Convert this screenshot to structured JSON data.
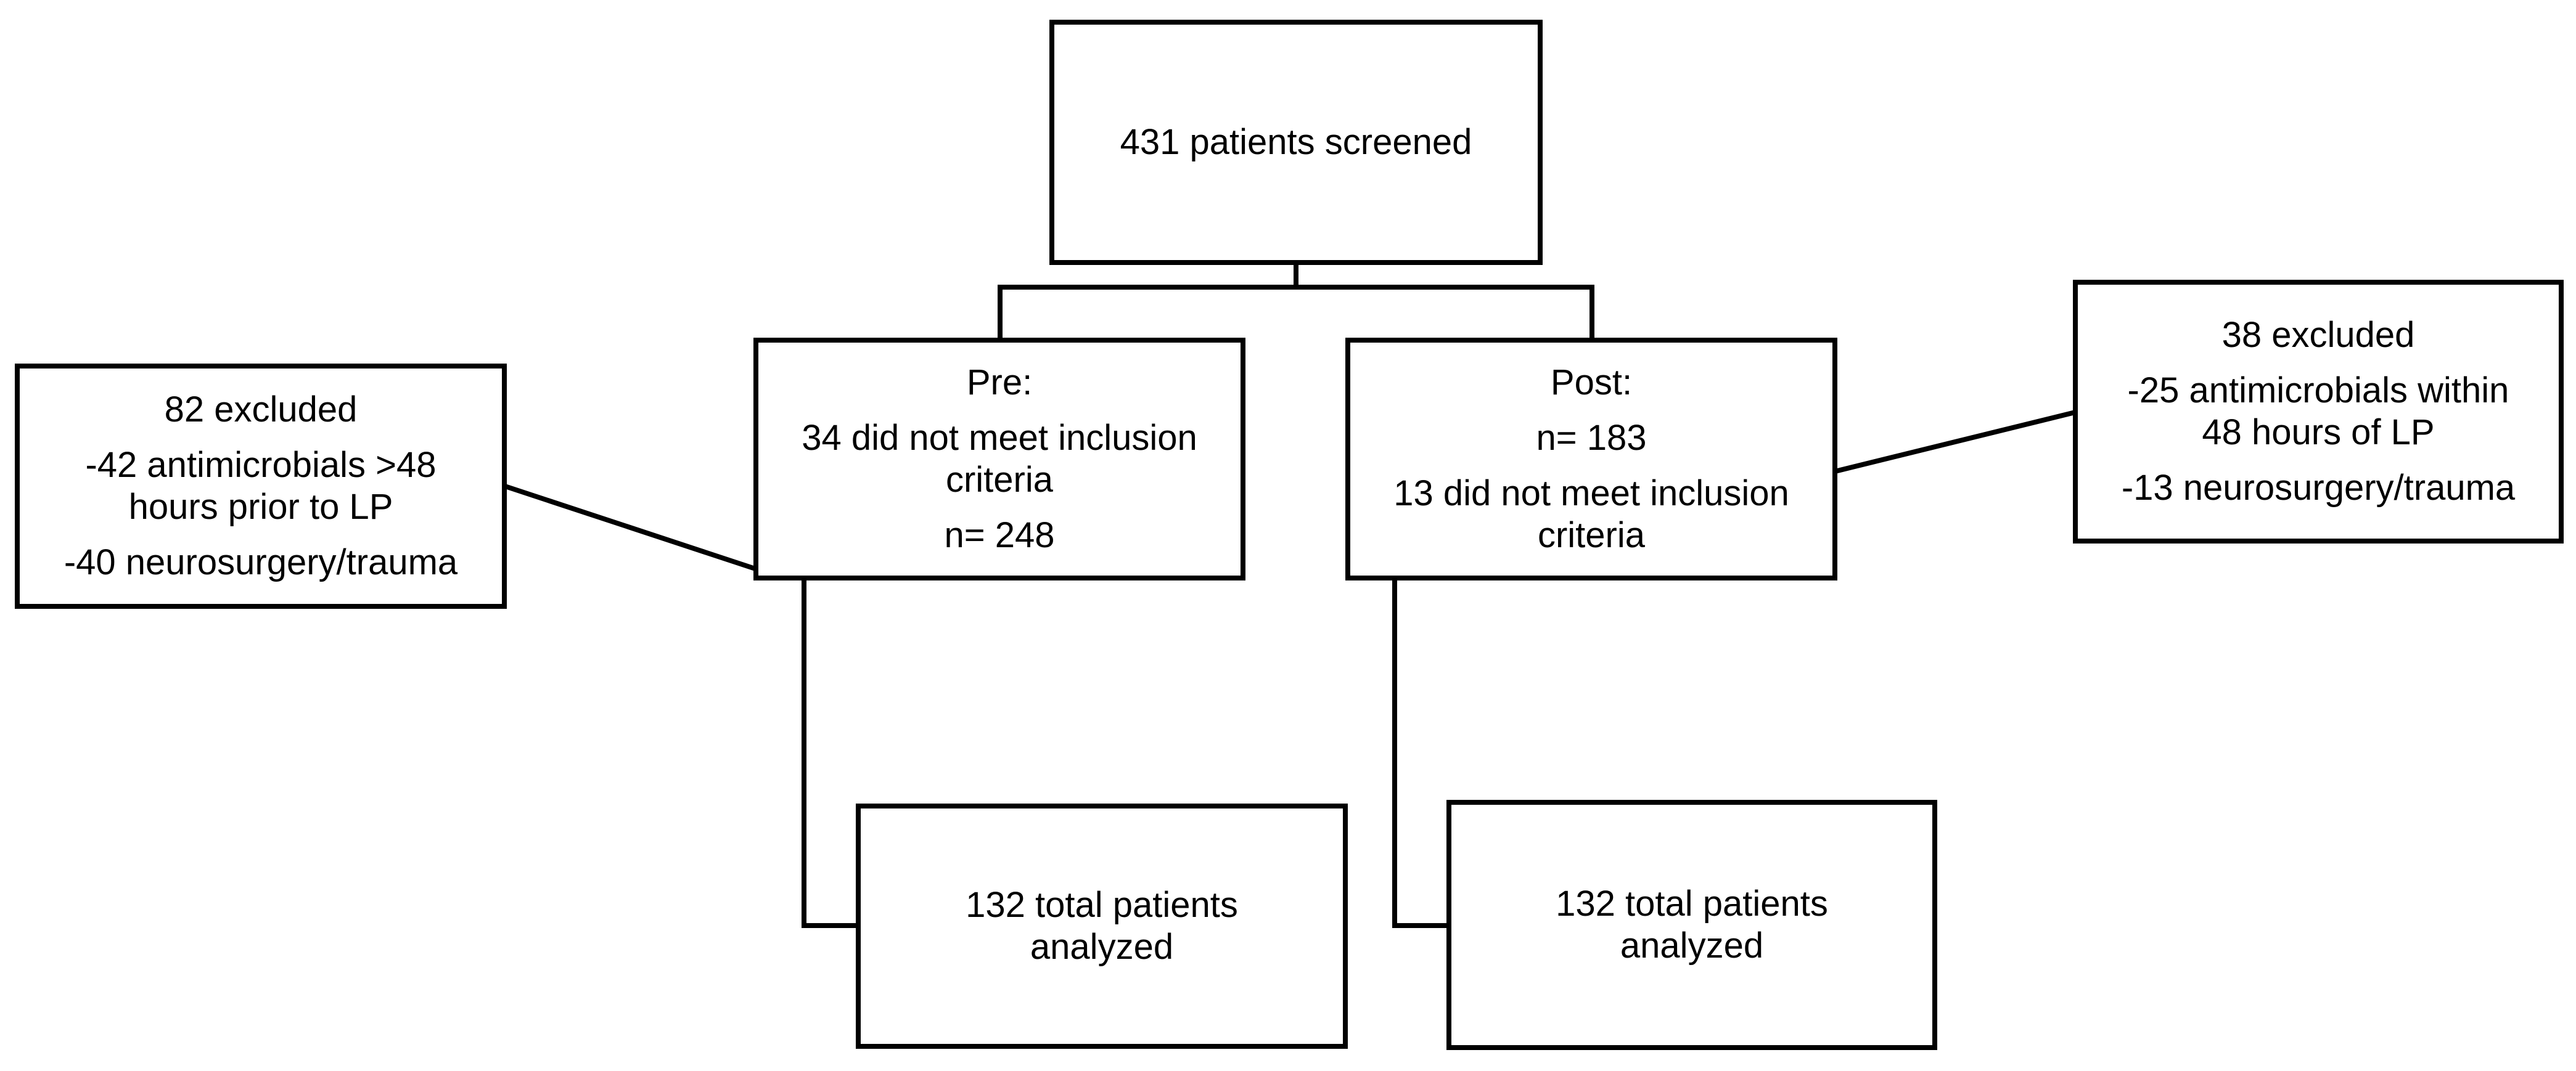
{
  "flowchart": {
    "screened": {
      "text": "431 patients screened"
    },
    "pre": {
      "header": "Pre:",
      "not_met_line1": "34 did not meet inclusion",
      "not_met_line2": "criteria",
      "n": "n= 248"
    },
    "post": {
      "header": "Post:",
      "n": "n= 183",
      "not_met_line1": "13 did not meet inclusion",
      "not_met_line2": "criteria"
    },
    "pre_excluded": {
      "title": "82 excluded",
      "reason1_line1": "-42 antimicrobials >48",
      "reason1_line2": "hours prior to LP",
      "reason2": "-40 neurosurgery/trauma"
    },
    "post_excluded": {
      "title": "38 excluded",
      "reason1_line1": "-25 antimicrobials within",
      "reason1_line2": "48 hours of LP",
      "reason2": "-13 neurosurgery/trauma"
    },
    "pre_analyzed": {
      "line1": "132 total patients",
      "line2": "analyzed"
    },
    "post_analyzed": {
      "line1": "132 total patients",
      "line2": "analyzed"
    }
  }
}
